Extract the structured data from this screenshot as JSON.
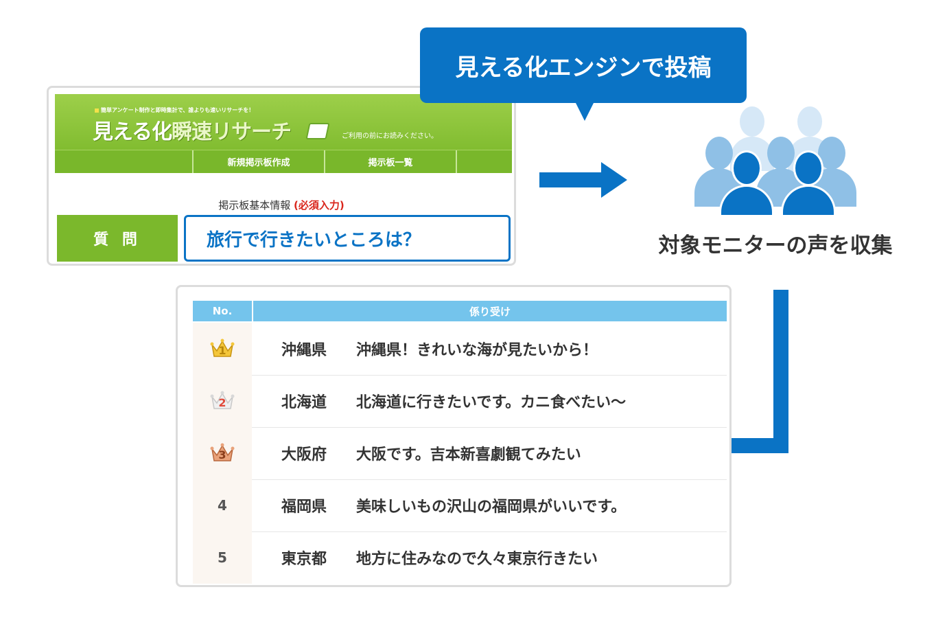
{
  "callout": {
    "text": "見える化エンジンで投稿"
  },
  "board": {
    "tagline": "簡単アンケート制作と即時集計で、誰よりも速いリサーチを！",
    "logo_main": "見える化",
    "logo_accent": "瞬速リサーチ",
    "notice": "ご利用の前にお読みください。",
    "nav": [
      "新規掲示板作成",
      "掲示板一覧"
    ],
    "info_title": "掲示板基本情報",
    "info_required": "(必須入力)",
    "question_label": "質 問",
    "question_value": "旅行で行きたいところは？"
  },
  "people": {
    "caption": "対象モニターの声を収集"
  },
  "colors": {
    "accent_blue": "#0a73c5",
    "green": "#7bb82c",
    "header_blue": "#74c4ec"
  },
  "table": {
    "headers": {
      "no": "No.",
      "body": "係り受け"
    },
    "rows": [
      {
        "rank": "1",
        "crown": "gold",
        "pref": "沖縄県",
        "text": "沖縄県！きれいな海が見たいから！"
      },
      {
        "rank": "2",
        "crown": "silver",
        "pref": "北海道",
        "text": "北海道に行きたいです。カニ食べたい〜"
      },
      {
        "rank": "3",
        "crown": "bronze",
        "pref": "大阪府",
        "text": "大阪です。吉本新喜劇観てみたい"
      },
      {
        "rank": "4",
        "crown": "",
        "pref": "福岡県",
        "text": "美味しいもの沢山の福岡県がいいです。"
      },
      {
        "rank": "5",
        "crown": "",
        "pref": "東京都",
        "text": "地方に住みなので久々東京行きたい"
      }
    ]
  }
}
